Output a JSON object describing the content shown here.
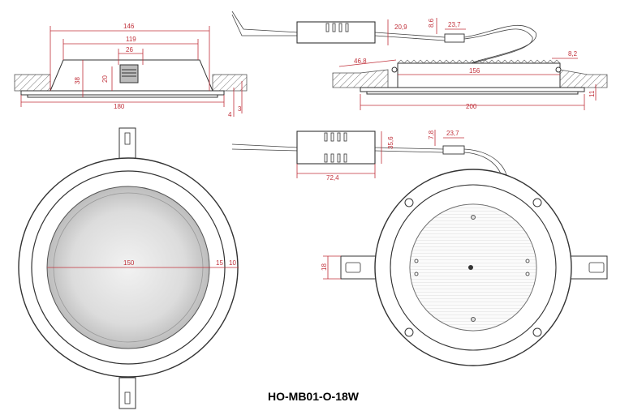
{
  "model_label": "HO-MB01-O-18W",
  "colors": {
    "dimension": "#c0303a",
    "outline": "#333333",
    "ceiling": "#9a9a9a",
    "panel": "#d9d9d9"
  },
  "side_view": {
    "dims": {
      "top_width": "146",
      "cutout": "119",
      "driver_box": "26",
      "height": "38",
      "inner_height": "20",
      "outer_diameter": "180",
      "flange_a": "4",
      "flange_b": "3"
    }
  },
  "driver_top": {
    "dims": {
      "height": "20,9",
      "conn_h": "8,6",
      "conn_w": "23,7"
    }
  },
  "side_view_right": {
    "dims": {
      "tab": "46,8",
      "inner": "156",
      "clip": "8,2",
      "outer": "200",
      "flange": "11"
    }
  },
  "driver_mid": {
    "dims": {
      "height": "35,6",
      "width": "72,4",
      "conn_h": "7,8",
      "conn_w": "23,7"
    }
  },
  "front_view": {
    "dims": {
      "diameter": "150",
      "ring": "15",
      "rim": "10"
    }
  },
  "back_view": {
    "dims": {
      "clip_width": "18"
    }
  }
}
